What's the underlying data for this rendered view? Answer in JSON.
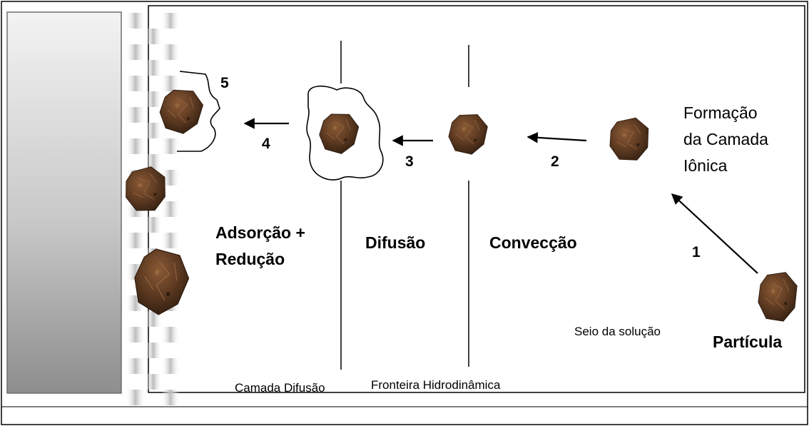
{
  "labels": {
    "formacao_line1": "Formação",
    "formacao_line2": "da Camada",
    "formacao_line3": "Iônica",
    "adsorcao_line1": "Adsorção +",
    "adsorcao_line2": "Redução",
    "difusao": "Difusão",
    "conveccao": "Convecção",
    "particula": "Partícula",
    "seio_solucao": "Seio da solução",
    "camada_difusao": "Camada Difusão",
    "fronteira_hidrodinamica": "Fronteira Hidrodinâmica"
  },
  "steps": [
    "1",
    "2",
    "3",
    "4",
    "5"
  ],
  "colors": {
    "particle_dark": "#3a2414",
    "particle_mid": "#6b4325",
    "particle_light": "#8a5a35",
    "electrode_light": "#f2f2f2",
    "electrode_dark": "#8c8c8c",
    "line": "#000000"
  }
}
